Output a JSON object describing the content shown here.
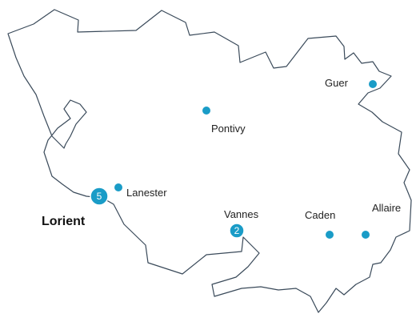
{
  "map": {
    "colors": {
      "outline": "#3a4a5a",
      "marker": "#1a9cc7",
      "label": "#222222",
      "background": "#ffffff"
    },
    "places": [
      {
        "id": "guer",
        "label": "Guer",
        "marker": "dot"
      },
      {
        "id": "pontivy",
        "label": "Pontivy",
        "marker": "dot"
      },
      {
        "id": "lanester",
        "label": "Lanester",
        "marker": "dot"
      },
      {
        "id": "lorient",
        "label": "Lorient",
        "marker": "badge",
        "count": "5"
      },
      {
        "id": "vannes",
        "label": "Vannes",
        "marker": "badge",
        "count": "2"
      },
      {
        "id": "caden",
        "label": "Caden",
        "marker": "dot"
      },
      {
        "id": "allaire",
        "label": "Allaire",
        "marker": "dot"
      }
    ]
  }
}
